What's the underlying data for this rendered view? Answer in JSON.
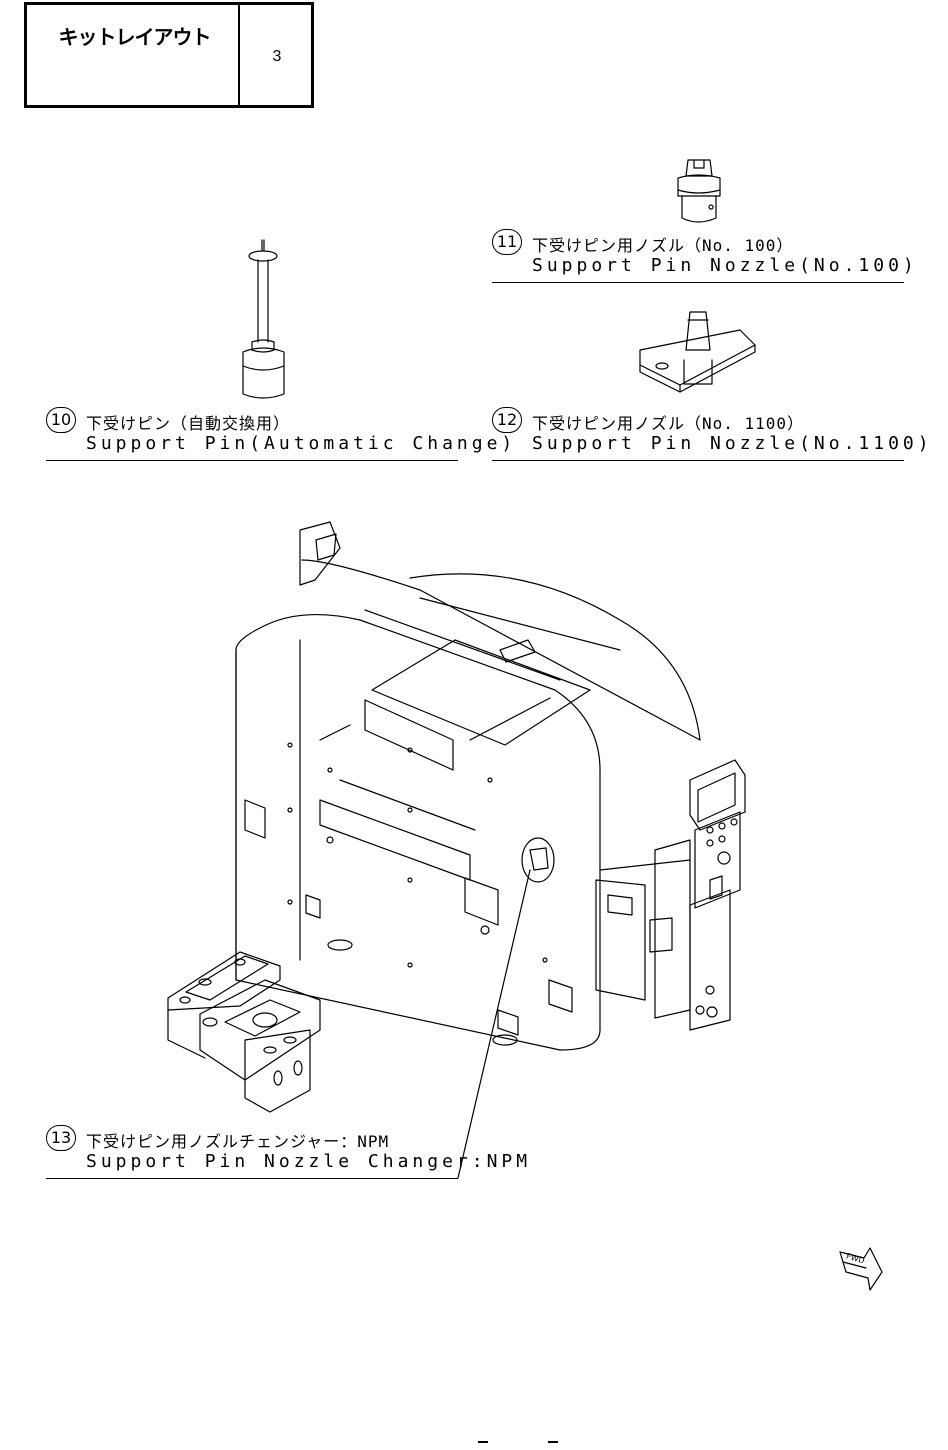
{
  "header": {
    "title": "キットレイアウト",
    "page_number": "3"
  },
  "items": [
    {
      "number": "11",
      "label_jp": "下受けピン用ノズル（No. 100）",
      "label_en": "Support Pin Nozzle(No.100)"
    },
    {
      "number": "10",
      "label_jp": "下受けピン（自動交換用）",
      "label_en": "Support Pin(Automatic Change)"
    },
    {
      "number": "12",
      "label_jp": "下受けピン用ノズル（No. 1100）",
      "label_en": "Support Pin Nozzle(No.1100)"
    },
    {
      "number": "13",
      "label_jp": "下受けピン用ノズルチェンジャー：NPM",
      "label_en": "Support Pin Nozzle Changer:NPM"
    }
  ],
  "fwd_mark": "FWD"
}
